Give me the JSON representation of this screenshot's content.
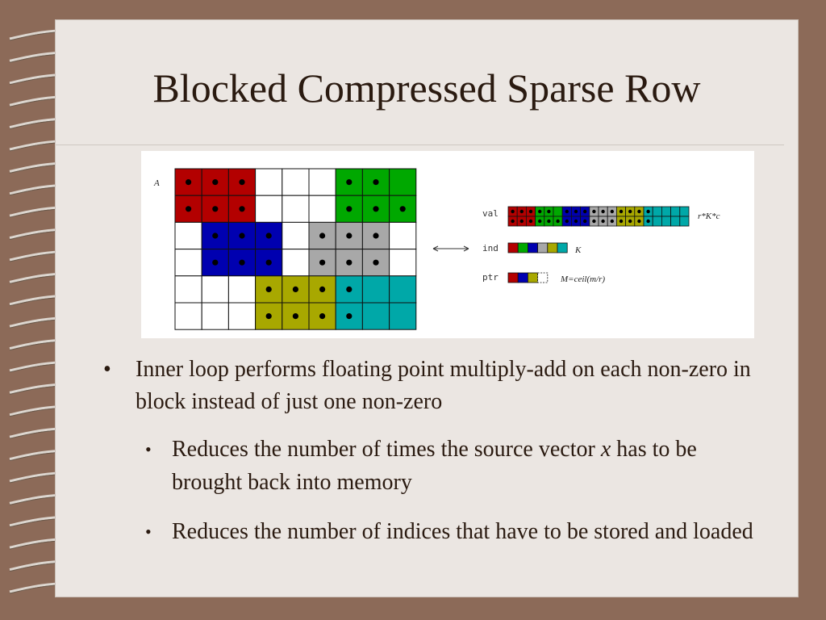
{
  "slide": {
    "title": "Blocked Compressed Sparse Row"
  },
  "diagram": {
    "matrix_label": "A",
    "val_label": "val",
    "val_note": "r*K*c",
    "ind_label": "ind",
    "ind_note": "K",
    "ptr_label": "ptr",
    "ptr_note": "M=ceil(m/r)",
    "colors": {
      "red": "#b30000",
      "green": "#00a800",
      "blue": "#0000b0",
      "gray": "#a8a8a8",
      "olive": "#a8a800",
      "teal": "#00a8a8"
    }
  },
  "bullets": {
    "b1": "Inner loop performs floating point multiply-add on each non-zero in block instead of just one non-zero",
    "b2_pre": "Reduces the number of times the source vector ",
    "b2_var": "x",
    "b2_post": " has to be brought back into memory",
    "b3": "Reduces the number of indices that have to be stored and loaded"
  }
}
